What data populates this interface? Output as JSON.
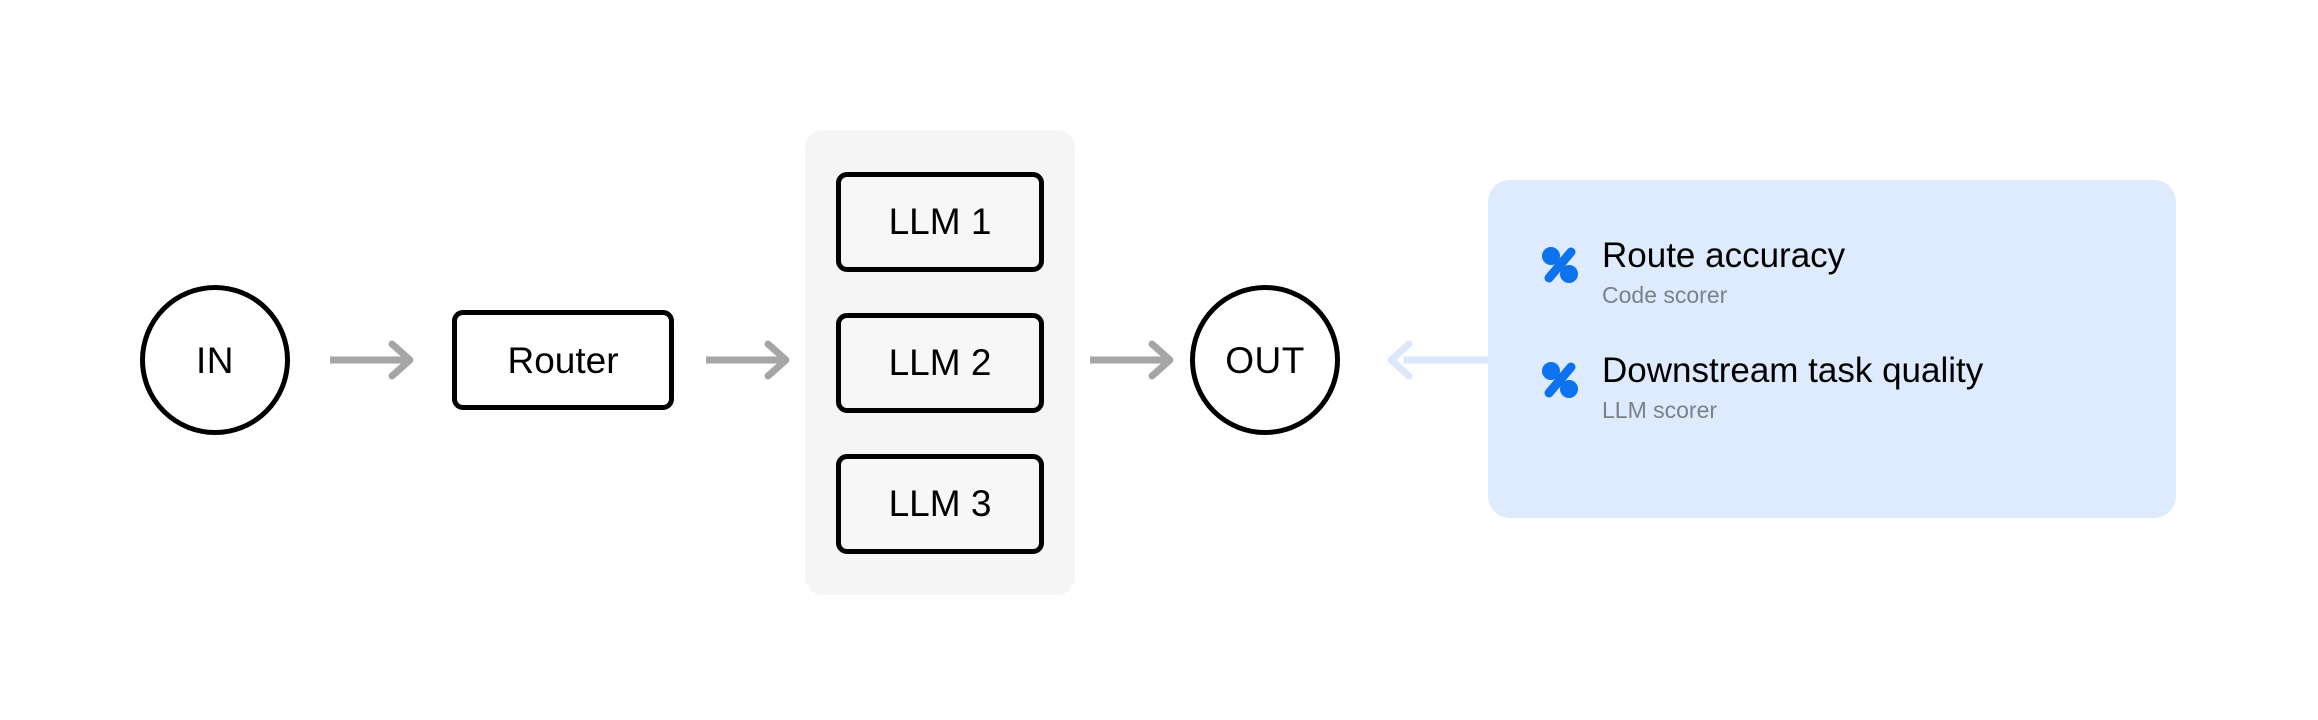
{
  "diagram": {
    "input_node": {
      "label": "IN",
      "icon": "circle-node-icon"
    },
    "router_node": {
      "label": "Router"
    },
    "llm_group": {
      "items": [
        {
          "label": "LLM 1"
        },
        {
          "label": "LLM 2"
        },
        {
          "label": "LLM 3"
        }
      ]
    },
    "output_node": {
      "label": "OUT",
      "icon": "circle-node-icon"
    },
    "arrows": [
      {
        "name": "arrow-in-to-router",
        "direction": "right",
        "color": "#a6a6a6"
      },
      {
        "name": "arrow-router-to-llms",
        "direction": "right",
        "color": "#a6a6a6"
      },
      {
        "name": "arrow-llms-to-out",
        "direction": "right",
        "color": "#a6a6a6"
      },
      {
        "name": "arrow-card-to-out",
        "direction": "left",
        "color": "#dce8fa"
      }
    ]
  },
  "scorer_card": {
    "accent_color": "#0d72ee",
    "background_color": "#deeafd",
    "items": [
      {
        "icon": "percent-icon",
        "title": "Route accuracy",
        "subtitle": "Code scorer"
      },
      {
        "icon": "percent-icon",
        "title": "Downstream task quality",
        "subtitle": "LLM scorer"
      }
    ]
  }
}
